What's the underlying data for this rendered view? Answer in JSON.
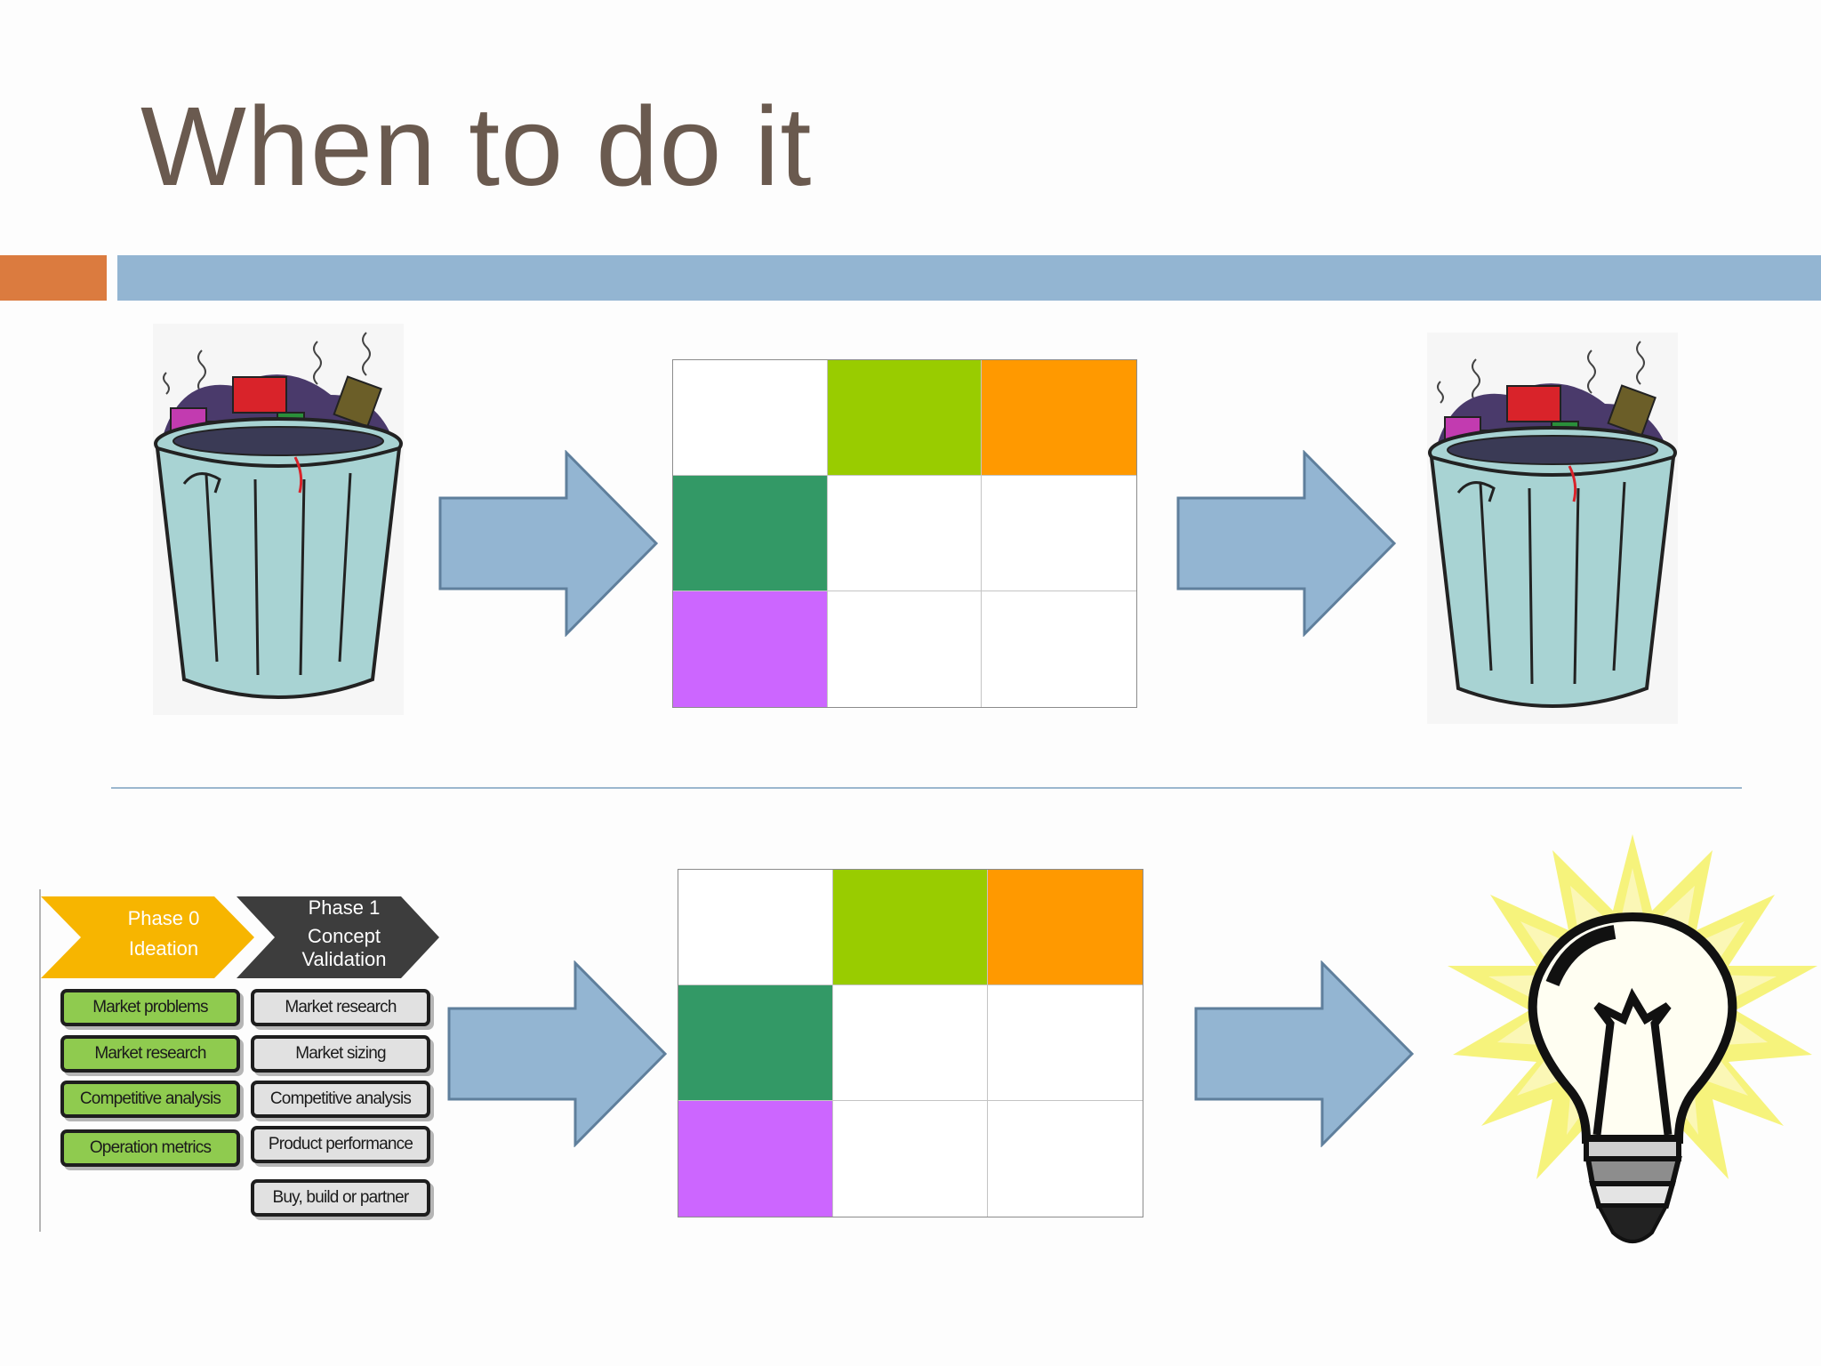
{
  "slide": {
    "title": "When to do it",
    "colors": {
      "title": "#6a5a4f",
      "accent_orange": "#db7b3f",
      "accent_blue": "#93b5d2",
      "divider": "#9bb7cf",
      "arrow_fill": "#93b5d2",
      "arrow_stroke": "#5f7f9c"
    }
  },
  "matrix": {
    "cells": [
      "#ffffff",
      "#99cc00",
      "#ff9900",
      "#339966",
      "#ffffff",
      "#ffffff",
      "#cc66ff",
      "#ffffff",
      "#ffffff"
    ]
  },
  "top_row": {
    "input": {
      "icon": "trash-can-icon"
    },
    "output": {
      "icon": "trash-can-icon"
    }
  },
  "bottom_row": {
    "phases": [
      {
        "label_line1": "Phase 0",
        "label_line2": "Ideation",
        "color": "#f7b500",
        "items": [
          "Market problems",
          "Market research",
          "Competitive analysis",
          "Operation metrics"
        ]
      },
      {
        "label_line1": "Phase 1",
        "label_line2": "Concept",
        "label_line3": "Validation",
        "color": "#3d3d3d",
        "items": [
          "Market research",
          "Market sizing",
          "Competitive analysis",
          "Product performance",
          "Buy, build or partner"
        ]
      }
    ],
    "output": {
      "icon": "light-bulb-icon"
    }
  }
}
